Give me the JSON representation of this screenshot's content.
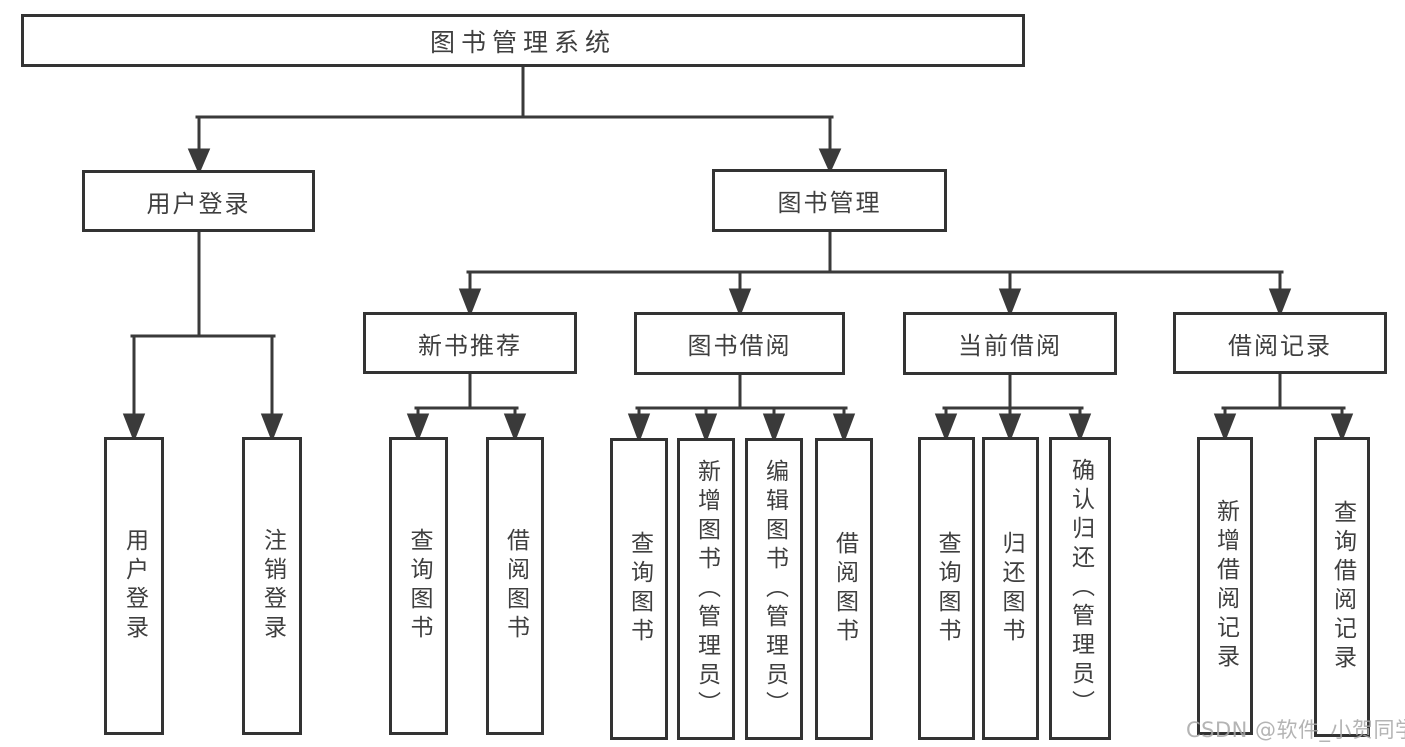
{
  "diagram": {
    "title": "图书管理系统",
    "nodes": {
      "root": "图书管理系统",
      "login": {
        "label": "用户登录",
        "children": [
          "用户登录",
          "注销登录"
        ]
      },
      "mgmt": {
        "label": "图书管理"
      },
      "rec": {
        "label": "新书推荐",
        "children": [
          "查询图书",
          "借阅图书"
        ]
      },
      "borrow": {
        "label": "图书借阅",
        "children": [
          "查询图书",
          "新增图书（管理员）",
          "编辑图书（管理员）",
          "借阅图书"
        ]
      },
      "current": {
        "label": "当前借阅",
        "children": [
          "查询图书",
          "归还图书",
          "确认归还（管理员）"
        ]
      },
      "records": {
        "label": "借阅记录",
        "children": [
          "新增借阅记录",
          "查询借阅记录"
        ]
      }
    },
    "colors": {
      "line": "#3a3a3a",
      "border": "#333333",
      "text": "#3f3f3f",
      "watermark": "#a8a8a8",
      "background": "#ffffff"
    }
  },
  "watermark": "CSDN @软件_小贺同学"
}
